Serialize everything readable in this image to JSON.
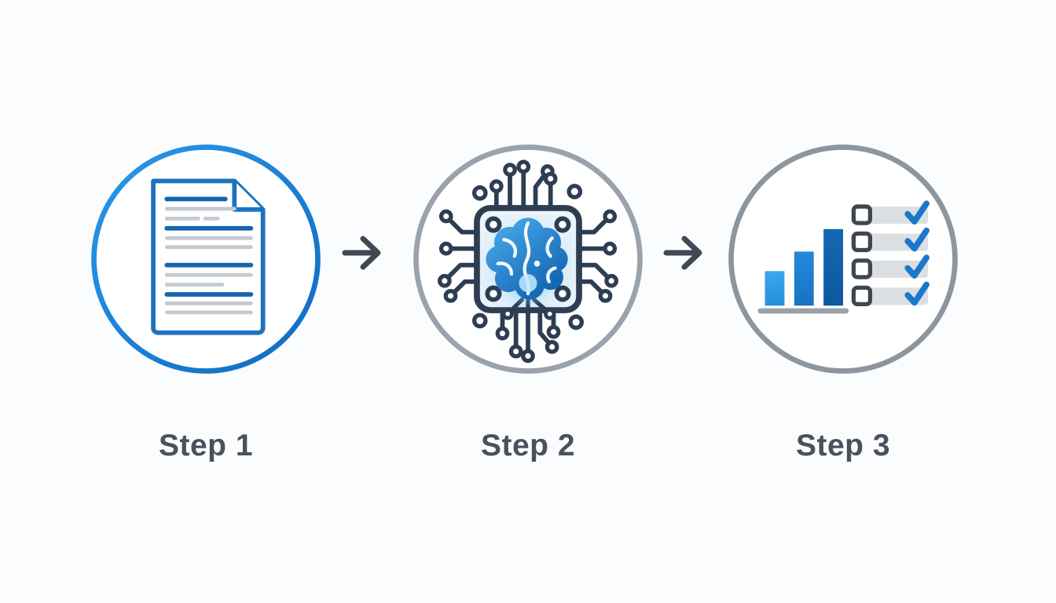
{
  "diagram": {
    "type": "process-flow",
    "steps": [
      {
        "label": "Step 1",
        "icon": "document-icon"
      },
      {
        "label": "Step 2",
        "icon": "ai-chip-brain-icon"
      },
      {
        "label": "Step 3",
        "icon": "bar-chart-checklist-icon"
      }
    ],
    "connectors": [
      {
        "from": "Step 1",
        "to": "Step 2",
        "icon": "right-arrow-icon"
      },
      {
        "from": "Step 2",
        "to": "Step 3",
        "icon": "right-arrow-icon"
      }
    ]
  },
  "colors": {
    "background": "#fbfcfd",
    "step1_ring_start": "#2c9aec",
    "step1_ring_end": "#0d69be",
    "step2_ring": "#9aa2ab",
    "step3_ring": "#8d959d",
    "arrow": "#414854",
    "label_text": "#4a505c",
    "doc_outline": "#1b72bf",
    "doc_line_blue": "#1565af",
    "doc_line_gray": "#c4cad0",
    "chip_outline": "#2d3e52",
    "brain_blue_light": "#45a6e9",
    "brain_blue_dark": "#0c5ca8",
    "glow_cyan": "#8fd9ff",
    "bar_light_blue": "#2f9ce8",
    "bar_medium_blue": "#1e7fd0",
    "bar_dark_blue": "#115ea6",
    "chart_baseline": "#9aa1a8",
    "checkbox_outline": "#3f4651",
    "checklist_pill": "#dcdfe2",
    "checkmark_blue": "#1a78cc"
  }
}
